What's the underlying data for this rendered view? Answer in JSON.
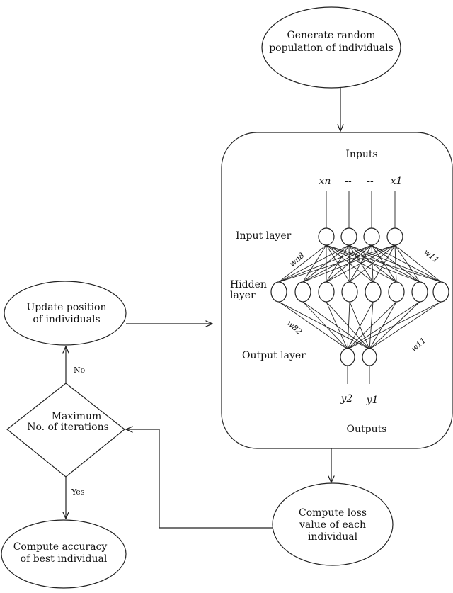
{
  "nodes": {
    "generate": [
      "Generate random",
      "population of individuals"
    ],
    "update": [
      "Update position",
      "of individuals"
    ],
    "decision": [
      "Maximum",
      "No. of iterations"
    ],
    "compute_loss": [
      "Compute loss",
      "value of each",
      "individual"
    ],
    "compute_accuracy": [
      "Compute accuracy",
      "of best individual"
    ]
  },
  "edges": {
    "no_label": "No",
    "yes_label": "Yes"
  },
  "network": {
    "inputs_title": "Inputs",
    "outputs_title": "Outputs",
    "input_layer_label": "Input layer",
    "hidden_layer_label": [
      "Hidden",
      "layer"
    ],
    "output_layer_label": "Output layer",
    "input_symbols": [
      "xn",
      "--",
      "--",
      "x1"
    ],
    "output_symbols": [
      "y2",
      "y1"
    ],
    "weight_labels": {
      "wn8": "wn8",
      "w11_top": "w11",
      "w82": "w82",
      "w11_bottom": "w11"
    },
    "input_neurons": 4,
    "hidden_neurons": 8,
    "output_neurons": 2
  }
}
